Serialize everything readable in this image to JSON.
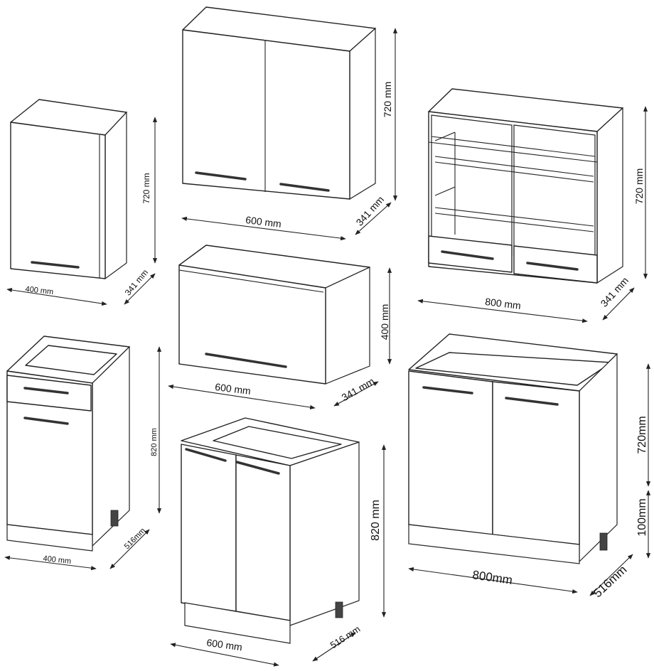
{
  "cabinets": [
    {
      "name": "wall-cabinet-400",
      "width": "400 mm",
      "height": "720 mm",
      "depth": "341 mm"
    },
    {
      "name": "wall-cabinet-600",
      "width": "600 mm",
      "height": "720 mm",
      "depth": "341 mm"
    },
    {
      "name": "glass-wall-cabinet-800",
      "width": "800 mm",
      "height": "720 mm",
      "depth": "341 mm"
    },
    {
      "name": "drawer-base-cabinet-400",
      "width": "400 mm",
      "height": "820 mm",
      "depth": "516mm"
    },
    {
      "name": "flap-wall-cabinet-600",
      "width": "600 mm",
      "height": "400 mm",
      "depth": "341 mm"
    },
    {
      "name": "base-cabinet-600",
      "width": "600 mm",
      "height": "820 mm",
      "depth": "516 mm"
    },
    {
      "name": "sink-base-cabinet-800",
      "width": "800mm",
      "height": "720mm",
      "plinth": "100mm",
      "depth": "516mm"
    }
  ]
}
